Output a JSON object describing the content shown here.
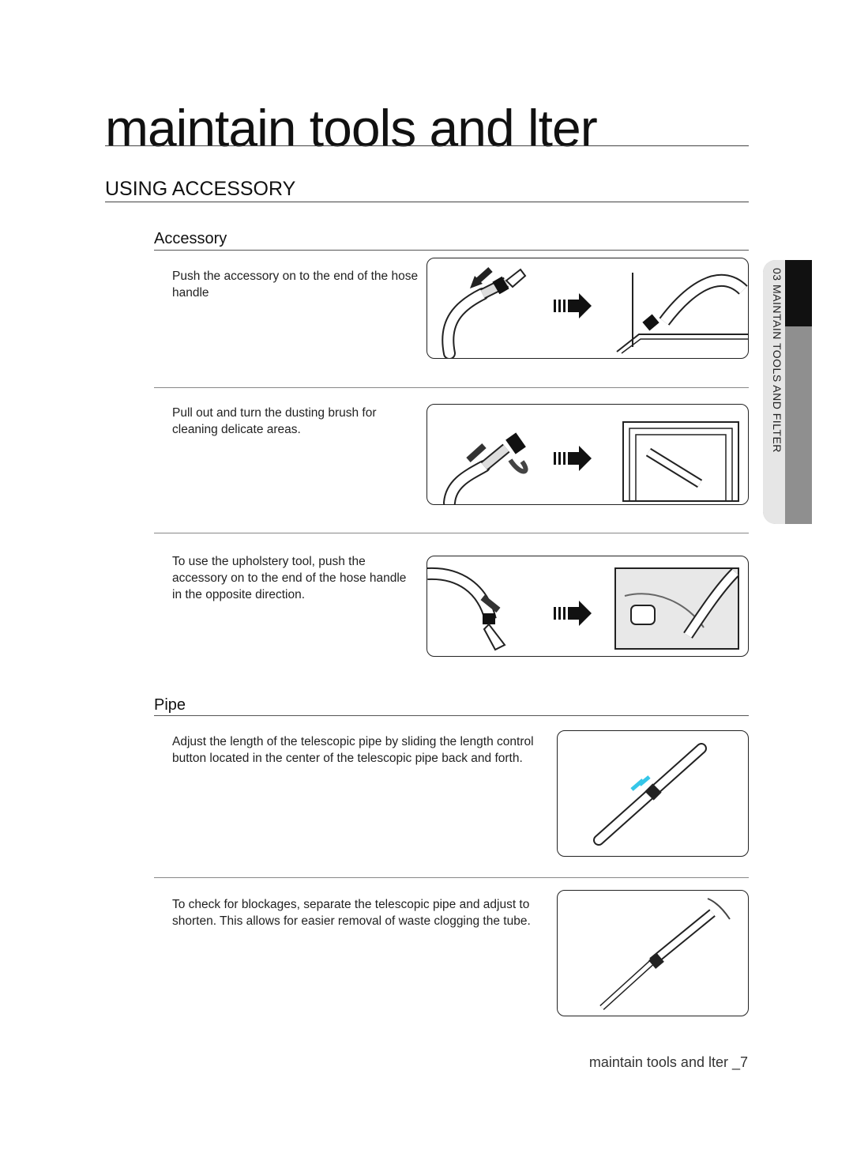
{
  "page": {
    "title": "maintain tools and  lter"
  },
  "section": {
    "title": "USING ACCESSORY"
  },
  "accessory": {
    "heading": "Accessory",
    "steps": [
      {
        "text": "Push the accessory on to the end of the hose handle"
      },
      {
        "text": "Pull out and turn the dusting brush for cleaning delicate areas."
      },
      {
        "text": "To use the upholstery tool, push the accessory on to the end of the hose handle in the opposite direction."
      }
    ]
  },
  "pipe": {
    "heading": "Pipe",
    "steps": [
      {
        "text": "Adjust the length of the telescopic pipe by sliding the length control button located in the center of the telescopic pipe back and forth."
      },
      {
        "text": "To check for blockages, separate the telescopic pipe and adjust to shorten. This allows for easier removal of waste clogging the tube."
      }
    ]
  },
  "side_tab": {
    "label": "03  MAINTAIN TOOLS AND FILTER"
  },
  "footer": {
    "label": "maintain tools and  lter  _7"
  },
  "colors": {
    "ink": "#111111",
    "tab_dark": "#111111",
    "tab_gray": "#8f8f8f",
    "accent_cyan": "#35c6e8"
  },
  "icons": {
    "arrow": "right-arrow-icon"
  }
}
